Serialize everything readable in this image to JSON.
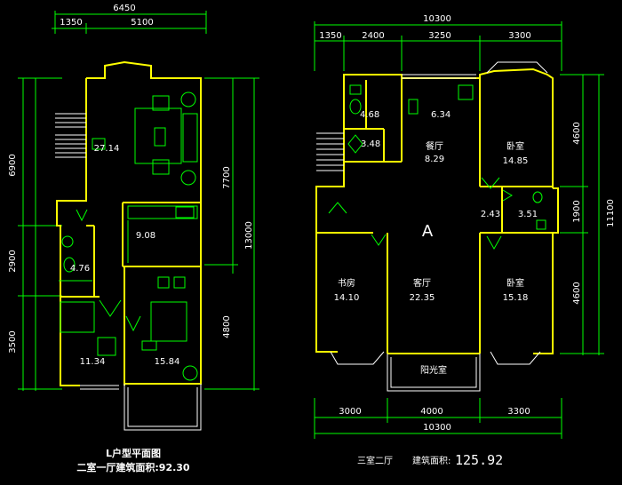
{
  "left_plan": {
    "dims_top": {
      "total": "6450",
      "seg1": "1350",
      "seg2": "5100"
    },
    "dims_left": [
      "6900",
      "2900",
      "3500"
    ],
    "dims_right": {
      "a": "7700",
      "b": "13000",
      "c": "4800"
    },
    "rooms": {
      "living": "27.14",
      "kitchen": "9.08",
      "bath": "4.76",
      "bed1": "11.34",
      "bed2": "15.84"
    },
    "title": "L户型平面图",
    "subtitle": "二室一厅建筑面积:92.30"
  },
  "right_plan": {
    "dims_top": {
      "total": "10300",
      "s1": "1350",
      "s2": "2400",
      "s3": "3250",
      "s4": "3300"
    },
    "dims_bottom": {
      "s1": "3000",
      "s2": "4000",
      "s3": "3300",
      "total": "10300"
    },
    "dims_right": {
      "a": "4600",
      "b": "1900",
      "c": "4600",
      "total": "11100"
    },
    "rooms": {
      "wc1": "4.68",
      "kitchen": "6.34",
      "store": "3.48",
      "dining_name": "餐厅",
      "dining": "8.29",
      "bed_ne_name": "卧室",
      "bed_ne": "14.85",
      "hall": "2.43",
      "wc2": "3.51",
      "study_name": "书房",
      "study": "14.10",
      "living_name": "客厅",
      "living": "22.35",
      "bed_se_name": "卧室",
      "bed_se": "15.18",
      "balcony": "阳光室",
      "mark": "A"
    },
    "caption": "三室二厅",
    "area_label": "建筑面积:",
    "area_value": "125.92"
  }
}
